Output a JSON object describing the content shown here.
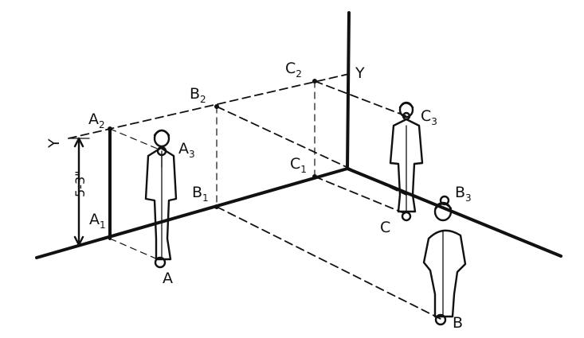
{
  "labels": {
    "A": "A",
    "A1": "A",
    "A1_sub": "1",
    "A2": "A",
    "A2_sub": "2",
    "A3": "A",
    "A3_sub": "3",
    "B": "B",
    "B1": "B",
    "B1_sub": "1",
    "B2": "B",
    "B2_sub": "2",
    "B3": "B",
    "B3_sub": "3",
    "C": "C",
    "C1": "C",
    "C1_sub": "1",
    "C2": "C",
    "C2_sub": "2",
    "C3": "C",
    "C3_sub": "3",
    "Y_left": "Y",
    "Y_right": "Y",
    "height": "5-3\""
  }
}
